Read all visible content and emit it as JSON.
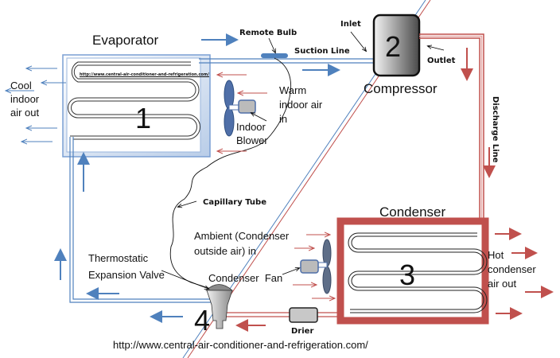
{
  "components": {
    "evaporator": {
      "title": "Evaporator",
      "number": "1",
      "watermark": "http://www.central-air-conditioner-and-refrigeration.com/"
    },
    "compressor": {
      "title": "Compressor",
      "number": "2"
    },
    "condenser": {
      "title": "Condenser",
      "number": "3"
    },
    "expansion_valve": {
      "title_line1": "Thermostatic",
      "title_line2": "Expansion Valve",
      "number": "4"
    }
  },
  "labels": {
    "remote_bulb": "Remote Bulb",
    "suction_line": "Suction Line",
    "inlet": "Inlet",
    "outlet": "Outlet",
    "discharge_line": "Discharge Line",
    "cool_air_out": [
      "Cool",
      "indoor",
      "air out"
    ],
    "warm_air_in": [
      "Warm",
      "indoor air",
      "in"
    ],
    "indoor_blower": [
      "Indoor",
      "Blower"
    ],
    "capillary_tube": "Capillary Tube",
    "ambient_in": [
      "Ambient (Condenser",
      "outside air) in"
    ],
    "condenser_fan": "Condenser  Fan",
    "hot_air_out": [
      "Hot",
      "condenser",
      "air out"
    ],
    "drier": "Drier"
  },
  "footer_url": "http://www.central-air-conditioner-and-refrigeration.com/",
  "colors": {
    "cold": "#4f81bd",
    "hot": "#c0504d"
  }
}
